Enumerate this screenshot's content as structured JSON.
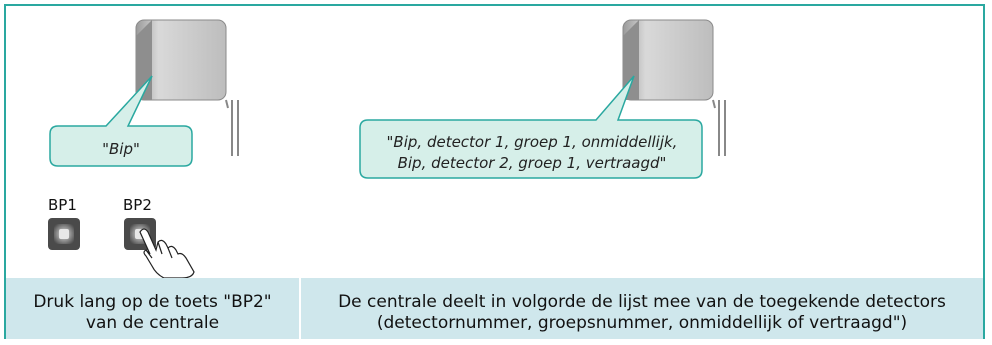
{
  "left_panel": {
    "speech_bubble": "\"Bip\"",
    "button_labels": [
      "BP1",
      "BP2"
    ],
    "caption_line1": "Druk lang op de toets \"BP2\"",
    "caption_line2": "van de centrale"
  },
  "right_panel": {
    "speech_bubble_line1": "\"Bip, detector 1, groep 1, onmiddellijk,",
    "speech_bubble_line2": "Bip, detector 2, groep 1, vertraagd\"",
    "caption_line1": "De centrale deelt in volgorde de lijst mee van de toegekende detectors",
    "caption_line2": "(detectornummer, groepsnummer, onmiddellijk of vertraagd\")"
  },
  "colors": {
    "border": "#2aa8a0",
    "footer_bg": "#cfe7ec",
    "bubble_fill": "#d6efe9",
    "device_fill": "#c8c8c8"
  }
}
